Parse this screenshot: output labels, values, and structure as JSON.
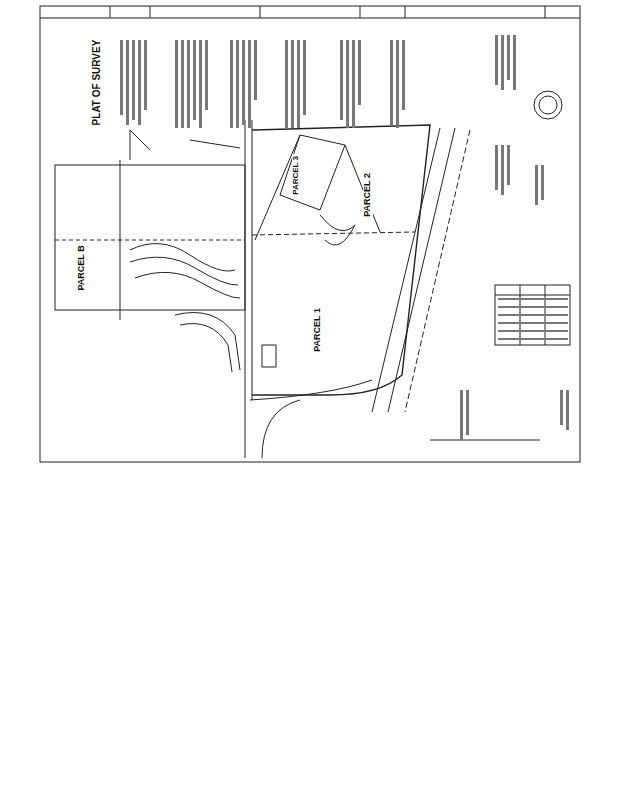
{
  "diagram": {
    "title": "PLAT OF SURVEY",
    "labels": [
      "PARCEL B",
      "PARCEL 1",
      "PARCEL 2",
      "PARCEL 3"
    ]
  }
}
